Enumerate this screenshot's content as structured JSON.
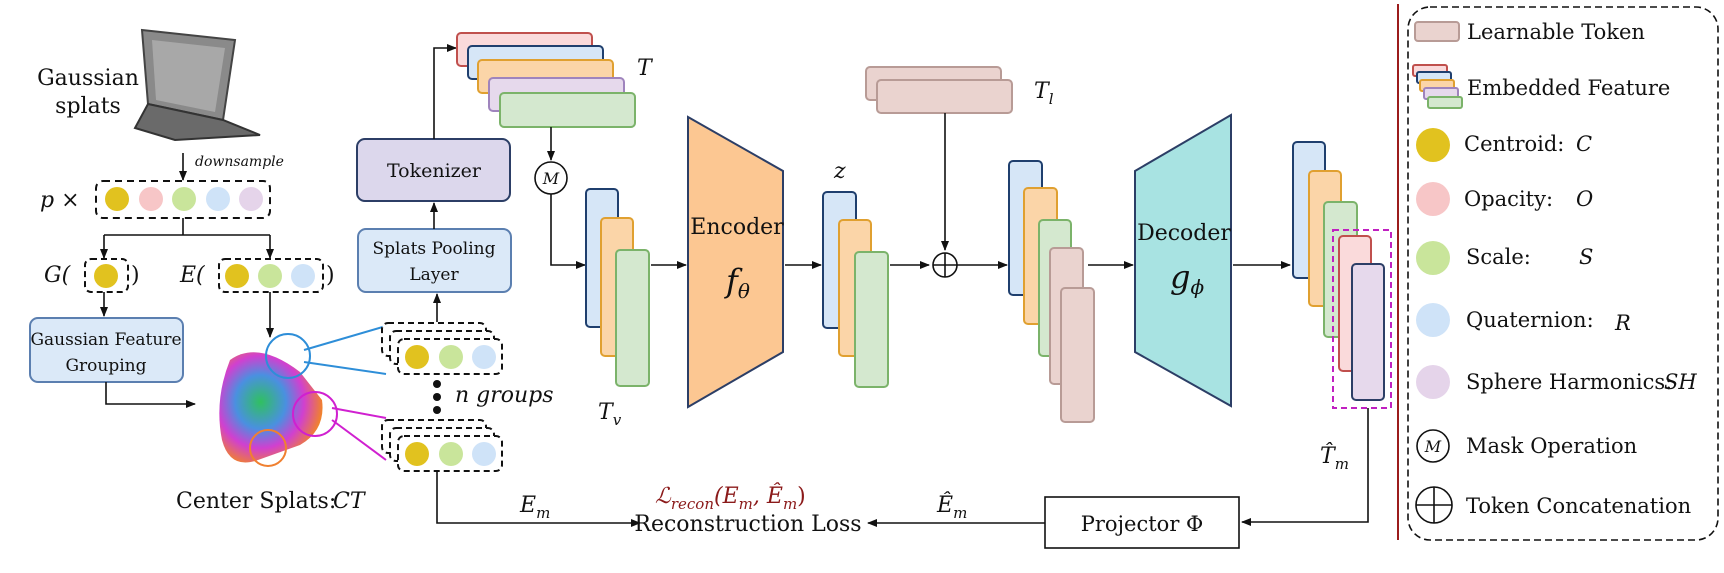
{
  "input": {
    "title_line1": "Gaussian",
    "title_line2": "splats",
    "downsample": "downsample",
    "p_times": "p ×",
    "G_label": "G(",
    "E_label": "E(",
    "close_paren": ")",
    "grouping_line1": "Gaussian Feature",
    "grouping_line2": "Grouping",
    "center_splats": "Center Splats:",
    "center_symbol": "CT",
    "n_groups": "n groups"
  },
  "pipeline": {
    "tokenizer": "Tokenizer",
    "pooling_line1": "Splats Pooling",
    "pooling_line2": "Layer",
    "T": "T",
    "T_v": "T",
    "T_v_sub": "v",
    "T_l": "T",
    "T_l_sub": "l",
    "mask_symbol": "M",
    "encoder": "Encoder",
    "encoder_fn": "f",
    "encoder_sub": "θ",
    "z": "z",
    "decoder": "Decoder",
    "decoder_fn": "g",
    "decoder_sub": "ϕ",
    "T_m_hat": "T̂",
    "T_m_sub": "m",
    "projector": "Projector  Φ",
    "E_m": "E",
    "E_m_sub": "m",
    "E_m_hat": "Ê",
    "E_m_hat_sub": "m",
    "loss_formula": "ℒ",
    "loss_formula_sub": "recon",
    "loss_formula_args": "(E",
    "loss_formula_m1": "m",
    "loss_formula_mid": ", Ê",
    "loss_formula_m2": "m",
    "loss_formula_end": ")",
    "loss_label": "Reconstruction Loss"
  },
  "legend": {
    "learnable": "Learnable Token",
    "embedded": "Embedded Feature",
    "centroid": "Centroid:",
    "centroid_sym": "C",
    "opacity": "Opacity:",
    "opacity_sym": "O",
    "scale": "Scale:",
    "scale_sym": "S",
    "quaternion": "Quaternion:",
    "quaternion_sym": "R",
    "sh": "Sphere Harmonics:",
    "sh_sym": "SH",
    "mask": "Mask Operation",
    "concat": "Token Concatenation"
  },
  "colors": {
    "centroid": "#e1c21f",
    "opacity": "#f7c6c7",
    "scale": "#c9e59b",
    "quaternion": "#cfe3f8",
    "sh": "#e5d4ea",
    "blue_fill": "#d6e6f7",
    "blue_stroke": "#1f3f6e",
    "orange_fill": "#fbd5a8",
    "orange_stroke": "#e0a030",
    "green_fill": "#d4e8cf",
    "green_stroke": "#7bb36a",
    "pink_fill": "#fadadb",
    "pink_stroke": "#c0504d",
    "purple_fill": "#e6d9ec",
    "purple_stroke": "#9f84bd",
    "learn_fill": "#ead3cf",
    "learn_stroke": "#b89b96",
    "encoder_fill": "#fcc792",
    "decoder_fill": "#a8e3e2",
    "tokenizer_fill": "#dcd7ec",
    "box_fill": "#dbe9f8",
    "box_stroke": "#5b7fb0",
    "loss_red": "#8b1a1a",
    "magenta": "#c020c0"
  }
}
